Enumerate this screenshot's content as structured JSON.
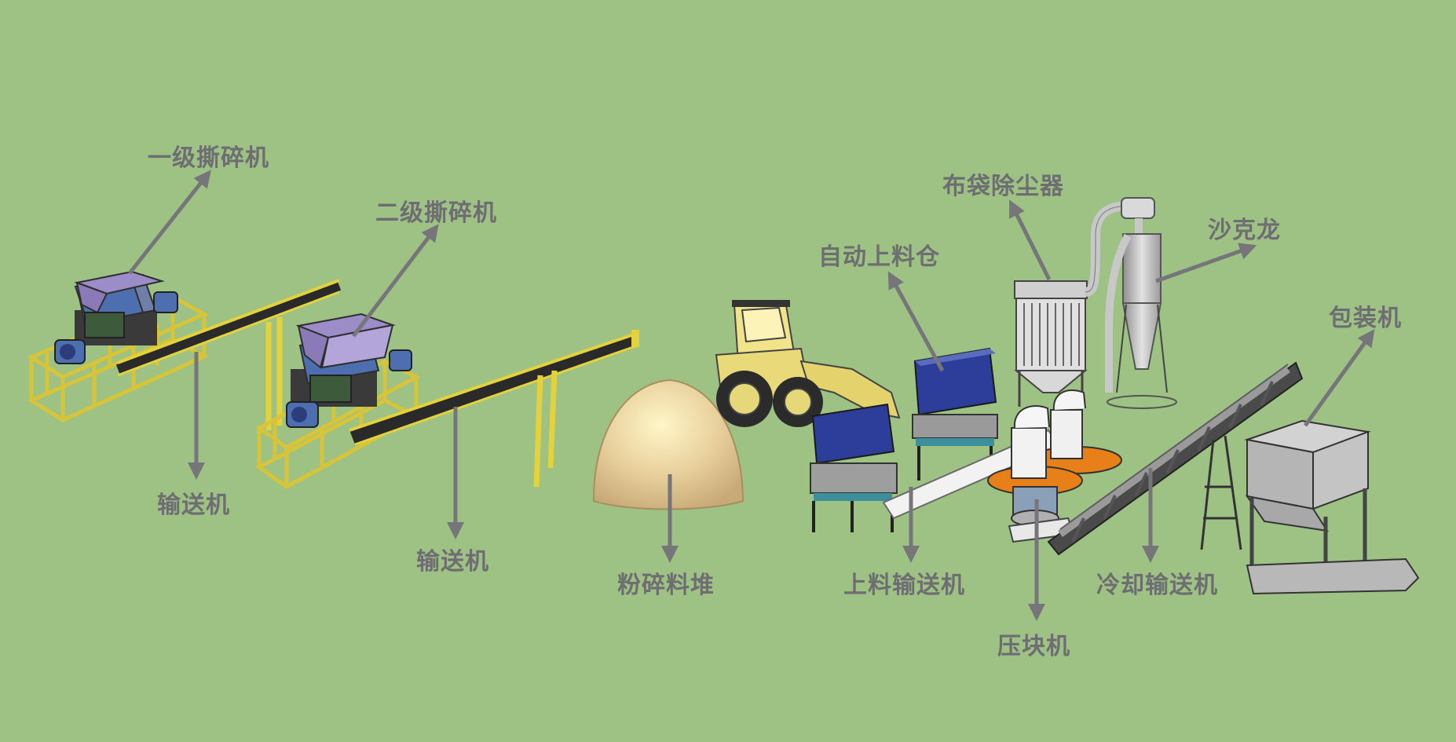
{
  "labels": {
    "primary_shredder": "一级撕碎机",
    "secondary_shredder": "二级撕碎机",
    "conveyor_1": "输送机",
    "conveyor_2": "输送机",
    "crushed_pile": "粉碎料堆",
    "auto_feed_bin": "自动上料仓",
    "feed_conveyor": "上料输送机",
    "bag_dust_collector": "布袋除尘器",
    "cyclone": "沙克龙",
    "briquette_press": "压块机",
    "cooling_conveyor": "冷却输送机",
    "packing_machine": "包装机"
  },
  "colors": {
    "background": "#9dc284",
    "arrow": "#76767a",
    "label": "#6e6e72",
    "frame_yellow": "#e4d23c",
    "hopper_purple": "#9c8cc8",
    "motor_blue": "#4d6fb0",
    "bin_blue": "#2c3d9a",
    "pile": "#e6cd9a",
    "press_orange": "#e8801a",
    "steel_grey": "#b5b5b5"
  }
}
